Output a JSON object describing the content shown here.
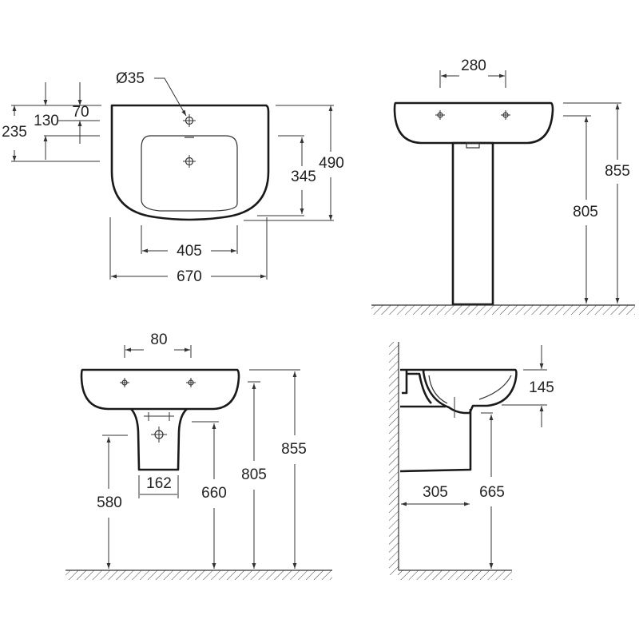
{
  "title": "Washbasin dimension drawing",
  "top_view": {
    "hole_diameter": "Ø35",
    "dim_130": "130",
    "dim_70": "70",
    "dim_235": "235",
    "dim_490": "490",
    "dim_345": "345",
    "dim_405": "405",
    "dim_670": "670"
  },
  "pedestal_front_view": {
    "dim_280": "280",
    "dim_855": "855",
    "dim_805": "805"
  },
  "semi_pedestal_front_view": {
    "dim_80": "80",
    "dim_162": "162",
    "dim_580": "580",
    "dim_660": "660",
    "dim_805": "805",
    "dim_855": "855"
  },
  "side_view": {
    "dim_145": "145",
    "dim_305": "305",
    "dim_665": "665"
  }
}
